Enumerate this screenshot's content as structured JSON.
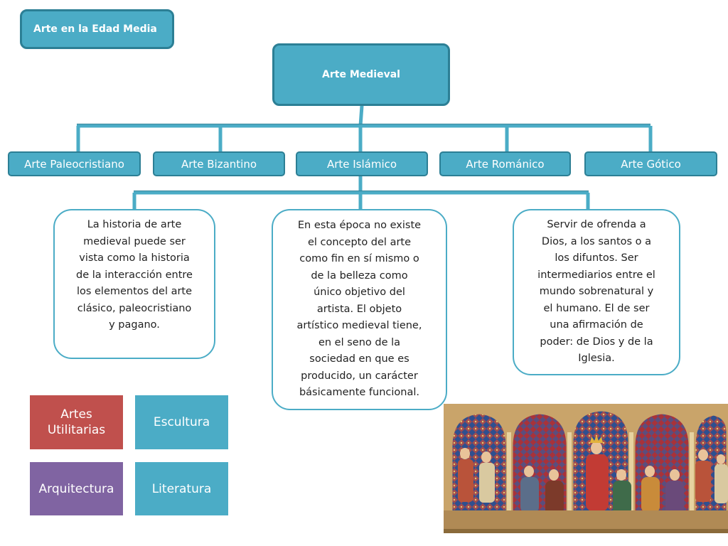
{
  "title": "Arte en la Edad Media",
  "root": "Arte Medieval",
  "branches": [
    "Arte Paleocristiano",
    "Arte Bizantino",
    "Arte Islámico",
    "Arte Románico",
    "Arte Gótico"
  ],
  "descriptions": [
    "La historia de arte\nmedieval puede ser\nvista como la historia\nde la interacción entre\nlos elementos del arte\nclásico, paleocristiano\ny pagano.",
    "En esta época no existe\nel concepto del arte\ncomo fin en sí mismo o\nde la belleza como\núnico objetivo del\nartista. El objeto\nartístico medieval tiene,\nen el seno de la\nsociedad en que es\nproducido, un carácter\nbásicamente funcional.",
    "Servir de ofrenda a\nDios, a los santos o a\nlos difuntos. Ser\nintermediarios entre el\nmundo sobrenatural y\nel humano. El de ser\nuna afirmación de\npoder: de Dios y de la\nIglesia."
  ],
  "tiles": [
    {
      "label": "Artes\nUtilitarias",
      "color": "#c0504d"
    },
    {
      "label": "Escultura",
      "color": "#4bacc6"
    },
    {
      "label": "Arquitectura",
      "color": "#8064a2"
    },
    {
      "label": "Literatura",
      "color": "#4bacc6"
    }
  ],
  "colors": {
    "teal": "#4bacc6",
    "teal_border": "#2c7f95"
  }
}
